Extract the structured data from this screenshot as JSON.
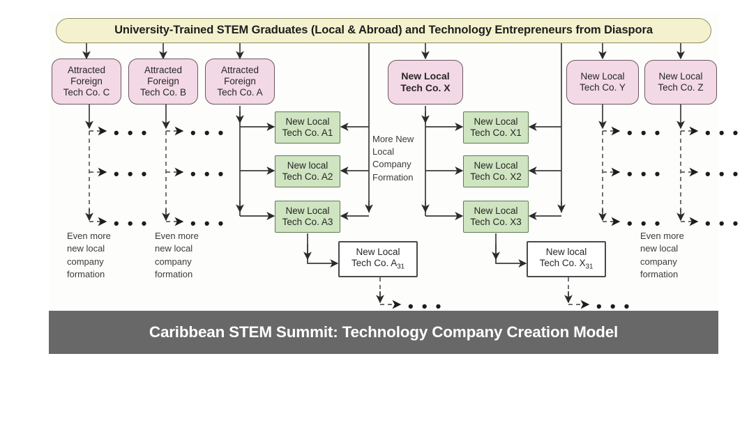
{
  "diagram": {
    "top_banner": "University-Trained STEM Graduates (Local & Abroad) and Technology Entrepreneurs from Diaspora",
    "colors": {
      "banner_fill": "#f4f2ce",
      "banner_stroke": "#8f8a5e",
      "pink_fill": "#f3d9e5",
      "pink_stroke": "#6b5560",
      "green_fill": "#cfe4c0",
      "green_stroke": "#5b7a50",
      "white_fill": "#ffffff",
      "white_stroke": "#4a4a4a",
      "line": "#3a3a3a",
      "title_bar_bg": "#686868",
      "title_text": "#ffffff",
      "canvas_bg": "#fdfdfb"
    },
    "tier1": [
      {
        "id": "foreign-c",
        "line1": "Attracted",
        "line2": "Foreign",
        "line3": "Tech Co. C"
      },
      {
        "id": "foreign-b",
        "line1": "Attracted",
        "line2": "Foreign",
        "line3": "Tech Co. B"
      },
      {
        "id": "foreign-a",
        "line1": "Attracted",
        "line2": "Foreign",
        "line3": "Tech Co. A"
      },
      {
        "id": "local-x",
        "line1": "New Local",
        "line2": "Tech Co. X",
        "line3": ""
      },
      {
        "id": "local-y",
        "line1": "New Local",
        "line2": "Tech Co. Y",
        "line3": ""
      },
      {
        "id": "local-z",
        "line1": "New Local",
        "line2": "Tech Co. Z",
        "line3": ""
      }
    ],
    "tier2_a": [
      {
        "id": "a1",
        "line1": "New Local",
        "line2": "Tech Co. A1"
      },
      {
        "id": "a2",
        "line1": "New local",
        "line2": "Tech Co. A2"
      },
      {
        "id": "a3",
        "line1": "New Local",
        "line2": "Tech Co. A3"
      }
    ],
    "tier2_x": [
      {
        "id": "x1",
        "line1": "New Local",
        "line2": "Tech Co. X1"
      },
      {
        "id": "x2",
        "line1": "New Local",
        "line2": "Tech Co. X2"
      },
      {
        "id": "x3",
        "line1": "New Local",
        "line2": "Tech Co. X3"
      }
    ],
    "tier3": [
      {
        "id": "a31",
        "line1": "New  Local",
        "line2_prefix": "Tech Co. A",
        "line2_sub": "31"
      },
      {
        "id": "x31",
        "line1": "New  local",
        "line2_prefix": "Tech Co. X",
        "line2_sub": "31"
      }
    ],
    "middle_label": {
      "l1": "More New",
      "l2": "Local",
      "l3": "Company",
      "l4": "Formation"
    },
    "captions": [
      {
        "id": "caption-c",
        "l1": "Even more",
        "l2": "new local",
        "l3": "company",
        "l4": "formation"
      },
      {
        "id": "caption-b",
        "l1": "Even more",
        "l2": "new local",
        "l3": "company",
        "l4": "formation"
      },
      {
        "id": "caption-z",
        "l1": "Even more",
        "l2": "new local",
        "l3": "company",
        "l4": "formation"
      }
    ],
    "ellipsis": "• • •"
  },
  "title_bar": {
    "text": "Caribbean STEM Summit: Technology Company Creation Model"
  }
}
